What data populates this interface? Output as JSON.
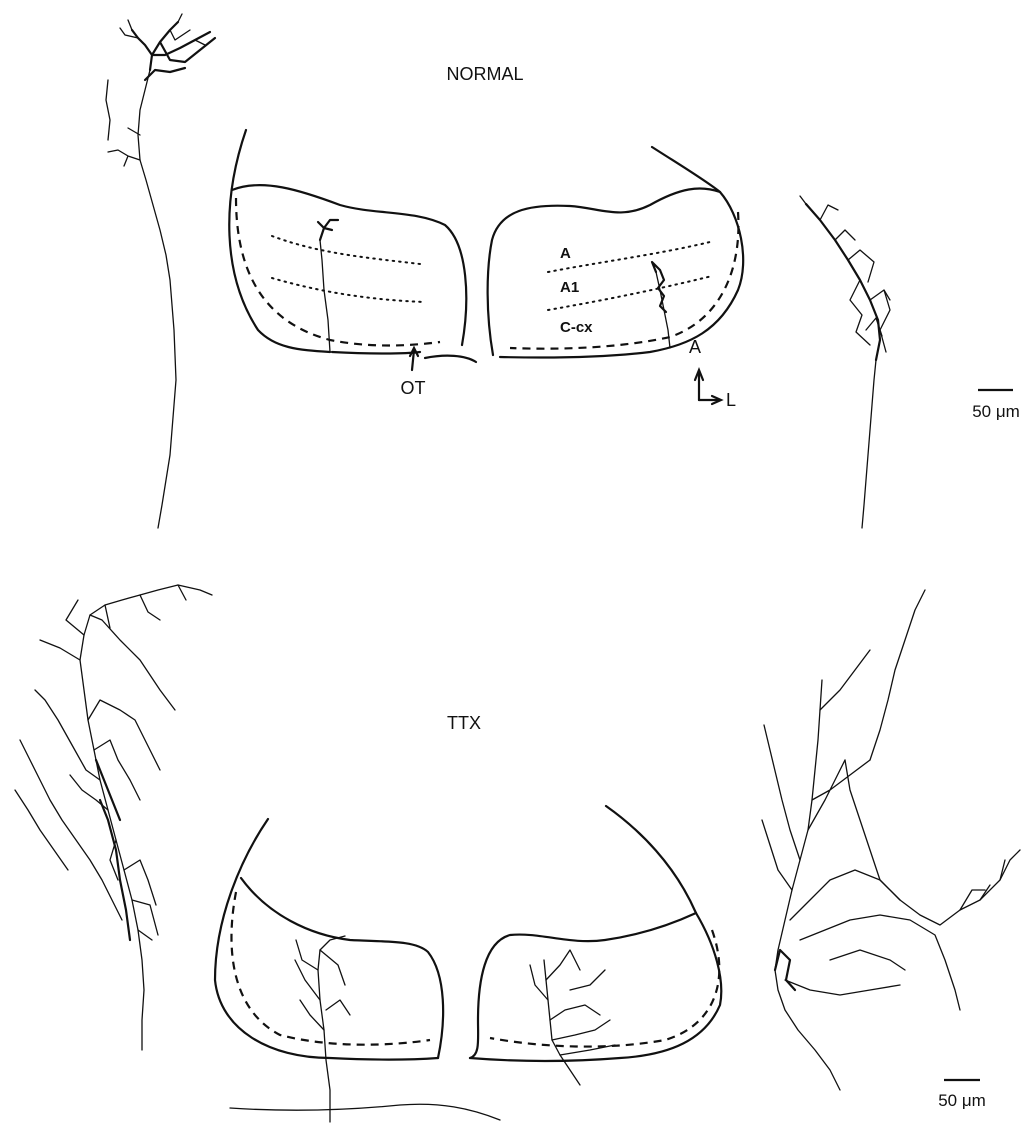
{
  "panels": {
    "normal": {
      "title": "NORMAL",
      "layer_labels": [
        "A",
        "A1",
        "C-cx"
      ],
      "pointer_label": "OT",
      "axis": {
        "up_label": "A",
        "right_label": "L"
      },
      "scale_bar": "50 μm"
    },
    "ttx": {
      "title": "TTX",
      "scale_bar": "50 μm"
    }
  }
}
